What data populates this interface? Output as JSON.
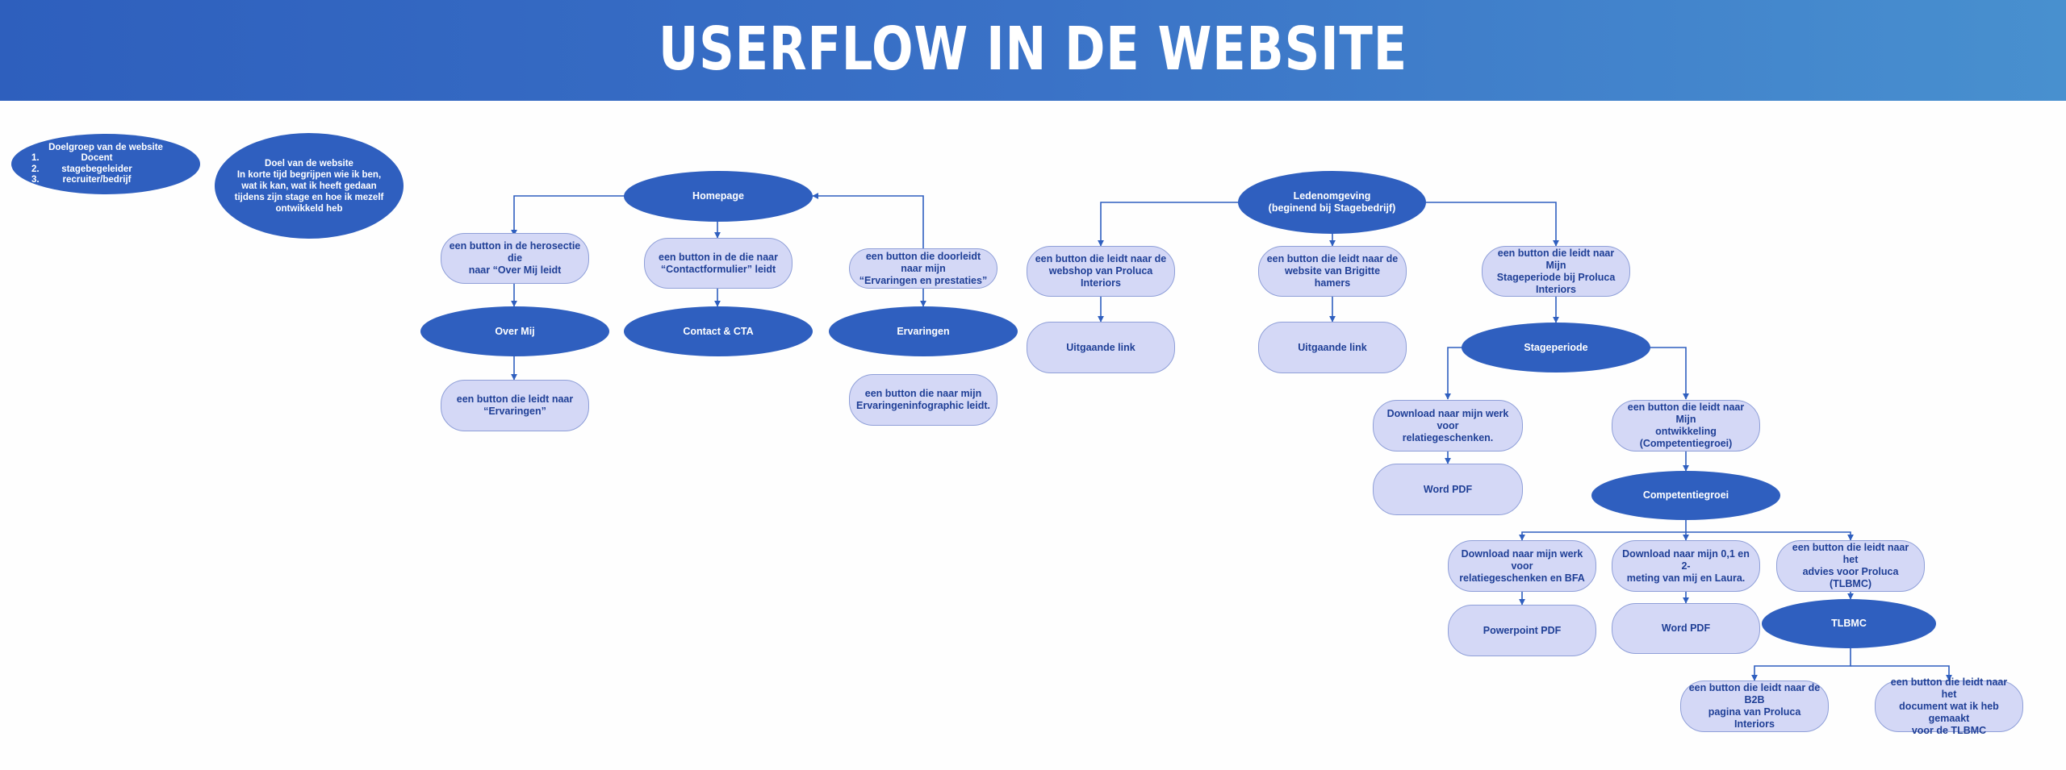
{
  "header": {
    "title": "USERFLOW IN DE WEBSITE"
  },
  "colors": {
    "header_start": "#2e5fbd",
    "header_end": "#4890cf",
    "oval": "#2f5fbf",
    "pill": "#d4d8f6",
    "pill_text": "#1f3f96",
    "connector": "#2f5fbf"
  },
  "info": {
    "doelgroep": {
      "title": "Doelgroep van de website",
      "items": [
        "Docent",
        "stagebegeleider",
        "recruiter/bedrijf"
      ]
    },
    "doel": {
      "text": "Doel van de website\nIn korte tijd begrijpen wie ik ben,\nwat ik kan, wat ik heeft gedaan\ntijdens zijn stage en hoe ik mezelf\nontwikkeld heb"
    }
  },
  "nodes": {
    "homepage": "Homepage",
    "btn_over_mij": "een button in de herosectie die\nnaar “Over Mij leidt",
    "btn_contact": "een button in de die naar\n“Contactformulier” leidt",
    "btn_ervaringen": "een button die doorleidt naar mijn\n“Ervaringen en prestaties”",
    "over_mij": "Over Mij",
    "contact_cta": "Contact & CTA",
    "ervaringen": "Ervaringen",
    "btn_ervaringen_link": "een button die leidt naar\n“Ervaringen”",
    "btn_infographic": "een button die naar mijn\nErvaringeninfographic leidt.",
    "ledenomgeving": "Ledenomgeving\n(beginend bij Stagebedrijf)",
    "btn_webshop": "een button die leidt naar de\nwebshop van Proluca Interiors",
    "btn_brigitte": "een button die leidt naar de\nwebsite van Brigitte hamers",
    "btn_stageperiode": "een button die leidt naar Mijn\nStageperiode bij Proluca Interiors",
    "uitgaande_1": "Uitgaande link",
    "uitgaande_2": "Uitgaande link",
    "stageperiode": "Stageperiode",
    "download_relatie": "Download naar mijn werk voor\nrelatiegeschenken.",
    "btn_ontwikkeling": "een button die leidt naar Mijn\nontwikkeling (Competentiegroei)",
    "word_pdf_1": "Word PDF",
    "competentiegroei": "Competentiegroei",
    "download_bfa": "Download naar mijn werk voor\nrelatiegeschenken en BFA",
    "download_meting": "Download naar mijn 0,1 en 2-\nmeting van mij en Laura.",
    "btn_advies": "een button die leidt naar het\nadvies voor Proluca (TLBMC)",
    "powerpoint_pdf": "Powerpoint PDF",
    "word_pdf_2": "Word PDF",
    "tlbmc": "TLBMC",
    "btn_b2b": "een button die leidt naar de B2B\npagina van Proluca Interiors",
    "btn_document": "een button die leidt naar het\ndocument wat ik heb gemaakt\nvoor de TLBMC"
  }
}
